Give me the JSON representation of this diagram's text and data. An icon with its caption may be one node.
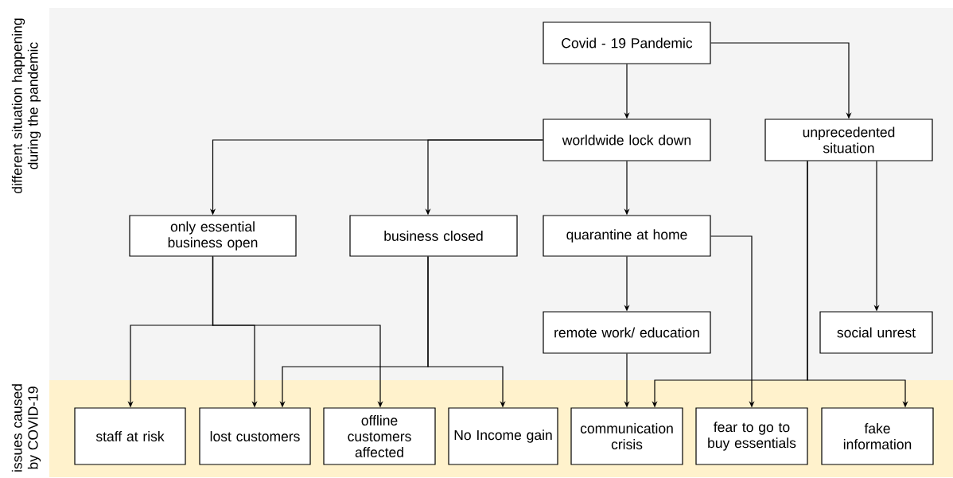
{
  "diagram": {
    "nodes": [
      {
        "text": [
          "different situation happening during the pandemic"
        ]
      },
      {
        "text": [
          "issues caused by COVID-19"
        ]
      },
      {
        "text": [
          "Covid - 19 Pandemic"
        ],
        "in": 0
      },
      {
        "text": [
          "worldwide lock down"
        ],
        "in": 0
      },
      {
        "text": [
          "unprecedented situation"
        ],
        "in": 0
      },
      {
        "text": [
          "only essential business open"
        ],
        "in": 0
      },
      {
        "text": [
          "business closed"
        ],
        "in": 0
      },
      {
        "text": [
          "quarantine at home"
        ],
        "in": 0
      },
      {
        "text": [
          "remote work/ education"
        ],
        "in": 0
      },
      {
        "text": [
          "social unrest"
        ],
        "in": 0
      },
      {
        "text": [
          "staff at risk"
        ],
        "in": 1
      },
      {
        "text": [
          "lost customers"
        ],
        "in": 1
      },
      {
        "text": [
          "offline customers affected"
        ],
        "in": 1
      },
      {
        "text": [
          "No Income gain"
        ],
        "in": 1
      },
      {
        "text": [
          "communication crisis"
        ],
        "in": 1
      },
      {
        "text": [
          "fear to go to buy essentials"
        ],
        "in": 1
      },
      {
        "text": [
          "fake information"
        ],
        "in": 1
      }
    ],
    "edges": [
      {
        "from": 2,
        "to": 3,
        "arrow": "to"
      },
      {
        "from": 2,
        "to": 4,
        "arrow": "to"
      },
      {
        "from": 3,
        "to": 5,
        "arrow": "to"
      },
      {
        "from": 3,
        "to": 6,
        "arrow": "to"
      },
      {
        "from": 3,
        "to": 7,
        "arrow": "to"
      },
      {
        "from": 4,
        "to": 9,
        "arrow": "to"
      },
      {
        "from": 7,
        "to": 8,
        "arrow": "to"
      },
      {
        "from": 7,
        "to": 15,
        "arrow": "to"
      },
      {
        "from": 5,
        "to": 10,
        "arrow": "to"
      },
      {
        "from": 5,
        "to": 11,
        "arrow": "to"
      },
      {
        "from": 5,
        "to": 12,
        "arrow": "to"
      },
      {
        "from": 6,
        "to": 11,
        "arrow": "to"
      },
      {
        "from": 6,
        "to": 13,
        "arrow": "to"
      },
      {
        "from": 8,
        "to": 14,
        "arrow": "to"
      },
      {
        "from": 4,
        "to": 14,
        "arrow": "to"
      },
      {
        "from": 4,
        "to": 16,
        "arrow": "to"
      }
    ]
  }
}
